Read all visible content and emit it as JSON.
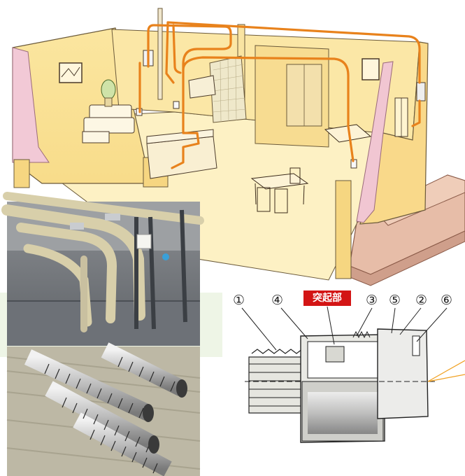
{
  "fitting_diagram": {
    "callout_label": "突起部",
    "part_numbers": [
      "①",
      "④",
      "③",
      "⑤",
      "②",
      "⑥"
    ]
  },
  "colors": {
    "gas_pipe": "#e8821c",
    "house_wall": "#fbe9a8",
    "house_floor": "#fdf3c8",
    "wall_pink": "#e6b8c8",
    "callout_bg": "#d31515"
  }
}
